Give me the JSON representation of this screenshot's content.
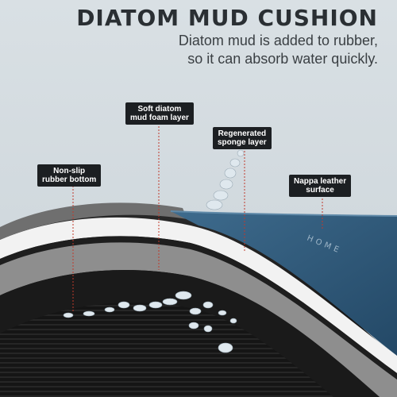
{
  "header": {
    "title": "DIATOM MUD CUSHION",
    "subtitle_line1": "Diatom mud is added to rubber,",
    "subtitle_line2": "so it can absorb water quickly."
  },
  "labels": {
    "non_slip": {
      "line1": "Non-slip",
      "line2": "rubber bottom"
    },
    "diatom_foam": {
      "line1": "Soft diatom",
      "line2": "mud foam layer"
    },
    "sponge": {
      "line1": "Regenerated",
      "line2": "sponge layer"
    },
    "nappa": {
      "line1": "Nappa leather",
      "line2": "surface"
    }
  },
  "mat_text": "HOME",
  "colors": {
    "leather": "#2f5a7c",
    "foam": "#8e8e8e",
    "sponge": "#f2f2f2",
    "rubber": "#161616",
    "leader": "#c0392b",
    "label_bg": "#1c1f22"
  }
}
